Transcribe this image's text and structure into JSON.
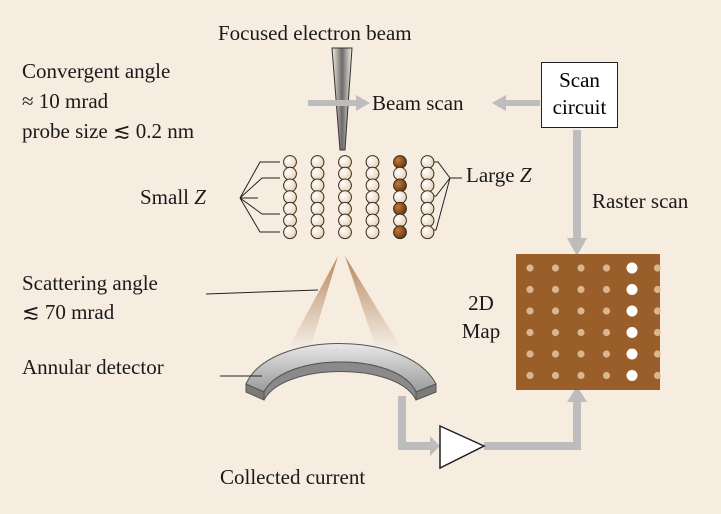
{
  "labels": {
    "focused_beam": "Focused electron beam",
    "convergent_angle": "Convergent angle",
    "convergent_value": "≈ 10 mrad",
    "probe_size": "probe size ≲ 0.2 nm",
    "beam_scan": "Beam scan",
    "scan_circuit_line1": "Scan",
    "scan_circuit_line2": "circuit",
    "small_z_prefix": "Small ",
    "large_z_prefix": "Large ",
    "z_symbol": "Z",
    "raster_scan": "Raster scan",
    "scattering_angle": "Scattering angle",
    "scattering_value": "≲ 70 mrad",
    "map_line1": "2D",
    "map_line2": "Map",
    "annular_detector": "Annular detector",
    "collected_current": "Collected current"
  },
  "colors": {
    "background": "#f6ece0",
    "map_background": "#9a5e2a",
    "heavy_atom": "#8a4a1a",
    "light_atom": "#f4e8d8",
    "arrow_gray": "#b8b8b8",
    "scatter_cone": "#c9a07a",
    "detector": "#9a9a9a"
  },
  "lattice": {
    "columns": 6,
    "rows": 7,
    "heavy_column": 5
  },
  "map": {
    "columns": 6,
    "rows": 6,
    "bright_column": 5
  }
}
